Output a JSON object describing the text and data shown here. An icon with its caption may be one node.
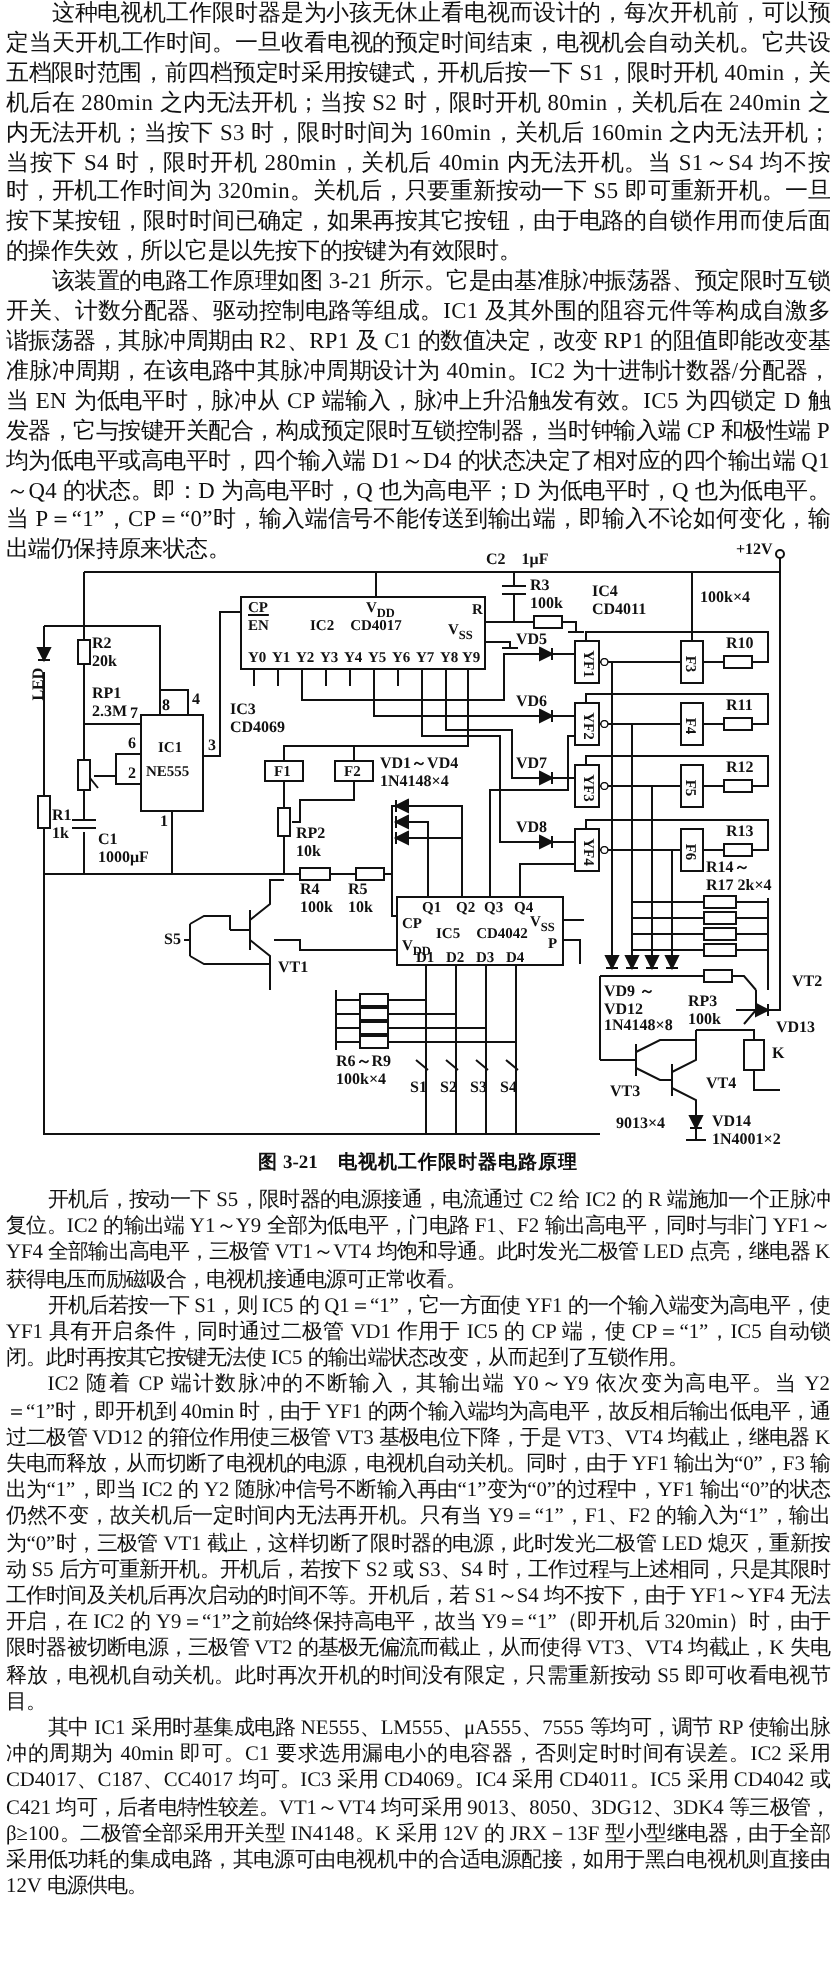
{
  "diagram": {
    "caption": "图 3-21　电视机工作限时器电路原理",
    "nodes": [
      {
        "text": [
          "CP",
          "EN",
          "V$_{DD}$",
          "IC2　CD4017",
          "R",
          "V$_{SS}$",
          "Y0",
          "Y1",
          "Y2",
          "Y3",
          "Y4",
          "Y5",
          "Y6",
          "Y7",
          "Y8",
          "Y9"
        ]
      },
      {
        "text": [
          "IC1",
          "NE555"
        ],
        "beside": [
          "8",
          "4",
          "7",
          "6",
          "2",
          "3",
          "1"
        ]
      },
      {
        "text": [
          "F1"
        ]
      },
      {
        "text": [
          "F2"
        ]
      },
      {
        "text": [
          "Q1",
          "Q2",
          "Q3",
          "Q4",
          "CP",
          "V$_{DD}$",
          "IC5　CD4042",
          "V$_{SS}$",
          "P",
          "D1",
          "D2",
          "D3",
          "D4"
        ]
      },
      {
        "text": [
          "YF1"
        ]
      },
      {
        "text": [
          "YF2"
        ]
      },
      {
        "text": [
          "YF3"
        ]
      },
      {
        "text": [
          "YF4"
        ]
      },
      {
        "text": [
          "F3"
        ]
      },
      {
        "text": [
          "F4"
        ]
      },
      {
        "text": [
          "F5"
        ]
      },
      {
        "text": [
          "F6"
        ]
      }
    ],
    "edges": [
      {
        "from": 1,
        "to": 0,
        "arrow": "none"
      },
      {
        "from": 5,
        "to": 9,
        "arrow": "other"
      },
      {
        "from": 6,
        "to": 10,
        "arrow": "other"
      },
      {
        "from": 7,
        "to": 11,
        "arrow": "other"
      },
      {
        "from": 8,
        "to": 12,
        "arrow": "other"
      },
      {
        "from": 0,
        "to": 5,
        "arrow": "none"
      },
      {
        "from": 0,
        "to": 6,
        "arrow": "none"
      },
      {
        "from": 0,
        "to": 7,
        "arrow": "none"
      },
      {
        "from": 0,
        "to": 8,
        "arrow": "none"
      },
      {
        "from": 0,
        "to": 2,
        "arrow": "none"
      },
      {
        "from": 0,
        "to": 3,
        "arrow": "none"
      },
      {
        "from": 4,
        "to": 6,
        "arrow": "none"
      },
      {
        "from": 4,
        "to": 8,
        "arrow": "none"
      }
    ],
    "labels": [
      "这种电视机工作限时器是为小孩无休止看电视而设计的，每次开机前，可以预定当天开机工作时间。一旦收看电视的预定时间结束，电视机会自动关机。它共设五档限时范围，前四档预定时采用按键式，开机后按一下 S1，限时开机 40min，关机后在 280min 之内无法开机；当按 S2 时，限时开机 80min，关机后在 240min 之内无法开机；当按下 S3 时，限时时间为 160min，关机后 160min 之内无法开机；当按下 S4 时，限时开机 280min，关机后 40min 内无法开机。当 S1～S4 均不按时，开机工作时间为 320min。关机后，只要重新按动一下 S5 即可重新开机。一旦按下某按钮，限时时间已确定，如果再按其它按钮，由于电路的自锁作用而使后面的操作失效，所以它是以先按下的按键为有效限时。",
      "该装置的电路工作原理如图 3-21 所示。它是由基准脉冲振荡器、预定限时互锁开关、计数分配器、驱动控制电路等组成。IC1 及其外围的阻容元件等构成自激多谐振荡器，其脉冲周期由 R2、RP1 及 C1 的数值决定，改变 RP1 的阻值即能改变基准脉冲周期，在该电路中其脉冲周期设计为 40min。IC2 为十进制计数器/分配器，当 EN 为低电平时，脉冲从 CP 端输入，脉冲上升沿触发有效。IC5 为四锁定 D 触发器，它与按键开关配合，构成预定限时互锁控制器，当时钟输入端 CP 和极性端 P 均为低电平或高电平时，四个输入端 D1～D4 的状态决定了相对应的四个输出端 Q1～Q4 的状态。即：D 为高电平时，Q 也为高电平；D 为低电平时，Q 也为低电平。当 P＝“1”，CP＝“0”时，输入端信号不能传送到输出端，即输入不论如何变化，输出端仍保持原来状态。",
      "+12V",
      "C2　1μF",
      "R3 100k",
      "IC4 CD4011",
      "100k×4",
      "R2 20k",
      "LED",
      "RP1 2.3M",
      "C1 1000μF",
      "R1 1k",
      "IC3 CD4069",
      "VD5",
      "VD6",
      "VD7",
      "VD8",
      "R10",
      "R11",
      "R12",
      "R13",
      "VD1～VD4 1N4148×4",
      "RP2 10k",
      "R4 100k",
      "R5 10k",
      "R14～R17 2k×4",
      "S5",
      "VT1",
      "VT2",
      "VD9 ～VD12 1N4148×8",
      "RP3 100k",
      "VD13",
      "R6～R9 100k×4",
      "K",
      "VT3",
      "VT4",
      "9013×4",
      "VD14 1N4001×2",
      "S1",
      "S2",
      "S3",
      "S4",
      "开机后，按动一下 S5，限时器的电源接通，电流通过 C2 给 IC2 的 R 端施加一个正脉冲复位。IC2 的输出端 Y1～Y9 全部为低电平，门电路 F1、F2 输出高电平，同时与非门 YF1～YF4 全部输出高电平，三极管 VT1～VT4 均饱和导通。此时发光二极管 LED 点亮，继电器 K 获得电压而励磁吸合，电视机接通电源可正常收看。",
      "开机后若按一下 S1，则 IC5 的 Q1＝“1”，它一方面使 YF1 的一个输入端变为高电平，使 YF1 具有开启条件，同时通过二极管 VD1 作用于 IC5 的 CP 端，使 CP＝“1”，IC5 自动锁闭。此时再按其它按键无法使 IC5 的输出端状态改变，从而起到了互锁作用。",
      "IC2 随着 CP 端计数脉冲的不断输入，其输出端 Y0～Y9 依次变为高电平。当 Y2＝“1”时，即开机到 40min 时，由于 YF1 的两个输入端均为高电平，故反相后输出低电平，通过二极管 VD12 的箝位作用使三极管 VT3 基极电位下降，于是 VT3、VT4 均截止，继电器 K 失电而释放，从而切断了电视机的电源，电视机自动关机。同时，由于 YF1 输出为“0”，F3 输出为“1”，即当 IC2 的 Y2 随脉冲信号不断输入再由“1”变为“0”的过程中，YF1 输出“0”的状态仍然不变，故关机后一定时间内无法再开机。只有当 Y9＝“1”，F1、F2 的输入为“1”，输出为“0”时，三极管 VT1 截止，这样切断了限时器的电源，此时发光二极管 LED 熄灭，重新按动 S5 后方可重新开机。开机后，若按下 S2 或 S3、S4 时，工作过程与上述相同，只是其限时工作时间及关机后再次启动的时间不等。开机后，若 S1～S4 均不按下，由于 YF1～YF4 无法开启，在 IC2 的 Y9＝“1”之前始终保持高电平，故当 Y9＝“1”（即开机后 320min）时，由于限时器被切断电源，三极管 VT2 的基极无偏流而截止，从而使得 VT3、VT4 均截止，K 失电释放，电视机自动关机。此时再次开机的时间没有限定，只需重新按动 S5 即可收看电视节目。",
      "其中 IC1 采用时基集成电路 NE555、LM555、μA555、7555 等均可，调节 RP 使输出脉冲的周期为 40min 即可。C1 要求选用漏电小的电容器，否则定时时间有误差。IC2 采用 CD4017、C187、CC4017 均可。IC3 采用 CD4069。IC4 采用 CD4011。IC5 采用 CD4042 或 C421 均可，后者电特性较差。VT1～VT4 均可采用 9013、8050、3DG12、3DK4 等三极管，β≥100。二极管全部采用开关型 IN4148。K 采用 12V 的 JRX－13F 型小型继电器，由于全部采用低功耗的集成电路，其电源可由电视机中的合适电源配接，如用于黑白电视机则直接由 12V 电源供电。"
    ]
  }
}
